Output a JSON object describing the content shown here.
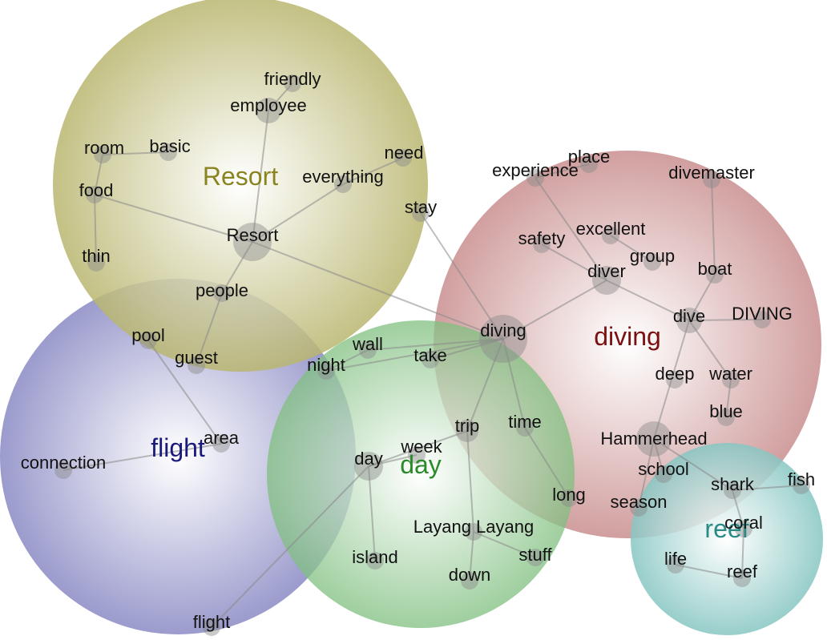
{
  "clusters": [
    {
      "id": "resort",
      "label": "Resort",
      "color": "#9e9a3c",
      "label_color": "#8a8420"
    },
    {
      "id": "flight",
      "label": "flight",
      "color": "#6f6fb8",
      "label_color": "#1a1a7a"
    },
    {
      "id": "day",
      "label": "day",
      "color": "#5ea85e",
      "label_color": "#2a8a2a"
    },
    {
      "id": "diving",
      "label": "diving",
      "color": "#b86a6a",
      "label_color": "#7a1010"
    },
    {
      "id": "reef",
      "label": "reef",
      "color": "#5ab0aa",
      "label_color": "#2a8a86"
    }
  ],
  "words": [
    {
      "id": "friendly",
      "text": "friendly"
    },
    {
      "id": "employee",
      "text": "employee"
    },
    {
      "id": "room",
      "text": "room"
    },
    {
      "id": "basic",
      "text": "basic"
    },
    {
      "id": "need",
      "text": "need"
    },
    {
      "id": "everything",
      "text": "everything"
    },
    {
      "id": "food",
      "text": "food"
    },
    {
      "id": "resort_node",
      "text": "Resort"
    },
    {
      "id": "thin",
      "text": "thin"
    },
    {
      "id": "people",
      "text": "people"
    },
    {
      "id": "stay",
      "text": "stay"
    },
    {
      "id": "pool",
      "text": "pool"
    },
    {
      "id": "guest",
      "text": "guest"
    },
    {
      "id": "area",
      "text": "area"
    },
    {
      "id": "connection",
      "text": "connection"
    },
    {
      "id": "flight_node",
      "text": "flight"
    },
    {
      "id": "night",
      "text": "night"
    },
    {
      "id": "wall",
      "text": "wall"
    },
    {
      "id": "take",
      "text": "take"
    },
    {
      "id": "day_node",
      "text": "day"
    },
    {
      "id": "week",
      "text": "week"
    },
    {
      "id": "trip",
      "text": "trip"
    },
    {
      "id": "time",
      "text": "time"
    },
    {
      "id": "long",
      "text": "long"
    },
    {
      "id": "layang",
      "text": "Layang Layang"
    },
    {
      "id": "stuff",
      "text": "stuff"
    },
    {
      "id": "island",
      "text": "island"
    },
    {
      "id": "down",
      "text": "down"
    },
    {
      "id": "experience",
      "text": "experience"
    },
    {
      "id": "place",
      "text": "place"
    },
    {
      "id": "divemaster",
      "text": "divemaster"
    },
    {
      "id": "safety",
      "text": "safety"
    },
    {
      "id": "excellent",
      "text": "excellent"
    },
    {
      "id": "group",
      "text": "group"
    },
    {
      "id": "diver",
      "text": "diver"
    },
    {
      "id": "boat",
      "text": "boat"
    },
    {
      "id": "diving_node",
      "text": "diving"
    },
    {
      "id": "dive",
      "text": "dive"
    },
    {
      "id": "DIVING",
      "text": "DIVING"
    },
    {
      "id": "deep",
      "text": "deep"
    },
    {
      "id": "water",
      "text": "water"
    },
    {
      "id": "blue",
      "text": "blue"
    },
    {
      "id": "hammerhead",
      "text": "Hammerhead"
    },
    {
      "id": "school",
      "text": "school"
    },
    {
      "id": "season",
      "text": "season"
    },
    {
      "id": "shark",
      "text": "shark"
    },
    {
      "id": "fish",
      "text": "fish"
    },
    {
      "id": "coral",
      "text": "coral"
    },
    {
      "id": "life",
      "text": "life"
    },
    {
      "id": "reef_node",
      "text": "reef"
    }
  ],
  "edges": [
    [
      "friendly",
      "employee"
    ],
    [
      "employee",
      "resort_node"
    ],
    [
      "room",
      "basic"
    ],
    [
      "room",
      "food"
    ],
    [
      "food",
      "thin"
    ],
    [
      "food",
      "resort_node"
    ],
    [
      "need",
      "everything"
    ],
    [
      "everything",
      "resort_node"
    ],
    [
      "resort_node",
      "people"
    ],
    [
      "resort_node",
      "diving_node"
    ],
    [
      "people",
      "guest"
    ],
    [
      "pool",
      "area"
    ],
    [
      "area",
      "connection"
    ],
    [
      "stay",
      "diving_node"
    ],
    [
      "night",
      "wall"
    ],
    [
      "wall",
      "diving_node"
    ],
    [
      "take",
      "diving_node"
    ],
    [
      "night",
      "diving_node"
    ],
    [
      "diving_node",
      "trip"
    ],
    [
      "diving_node",
      "time"
    ],
    [
      "time",
      "long"
    ],
    [
      "trip",
      "layang"
    ],
    [
      "trip",
      "day_node"
    ],
    [
      "day_node",
      "week"
    ],
    [
      "day_node",
      "island"
    ],
    [
      "day_node",
      "flight_node"
    ],
    [
      "layang",
      "stuff"
    ],
    [
      "layang",
      "down"
    ],
    [
      "experience",
      "diver"
    ],
    [
      "safety",
      "diver"
    ],
    [
      "excellent",
      "group"
    ],
    [
      "diver",
      "dive"
    ],
    [
      "diver",
      "diving_node"
    ],
    [
      "divemaster",
      "boat"
    ],
    [
      "boat",
      "dive"
    ],
    [
      "dive",
      "DIVING"
    ],
    [
      "dive",
      "water"
    ],
    [
      "dive",
      "hammerhead"
    ],
    [
      "water",
      "blue"
    ],
    [
      "hammerhead",
      "school"
    ],
    [
      "hammerhead",
      "season"
    ],
    [
      "hammerhead",
      "shark"
    ],
    [
      "shark",
      "fish"
    ],
    [
      "shark",
      "coral"
    ],
    [
      "coral",
      "reef_node"
    ],
    [
      "life",
      "reef_node"
    ],
    [
      "place",
      "experience"
    ]
  ]
}
